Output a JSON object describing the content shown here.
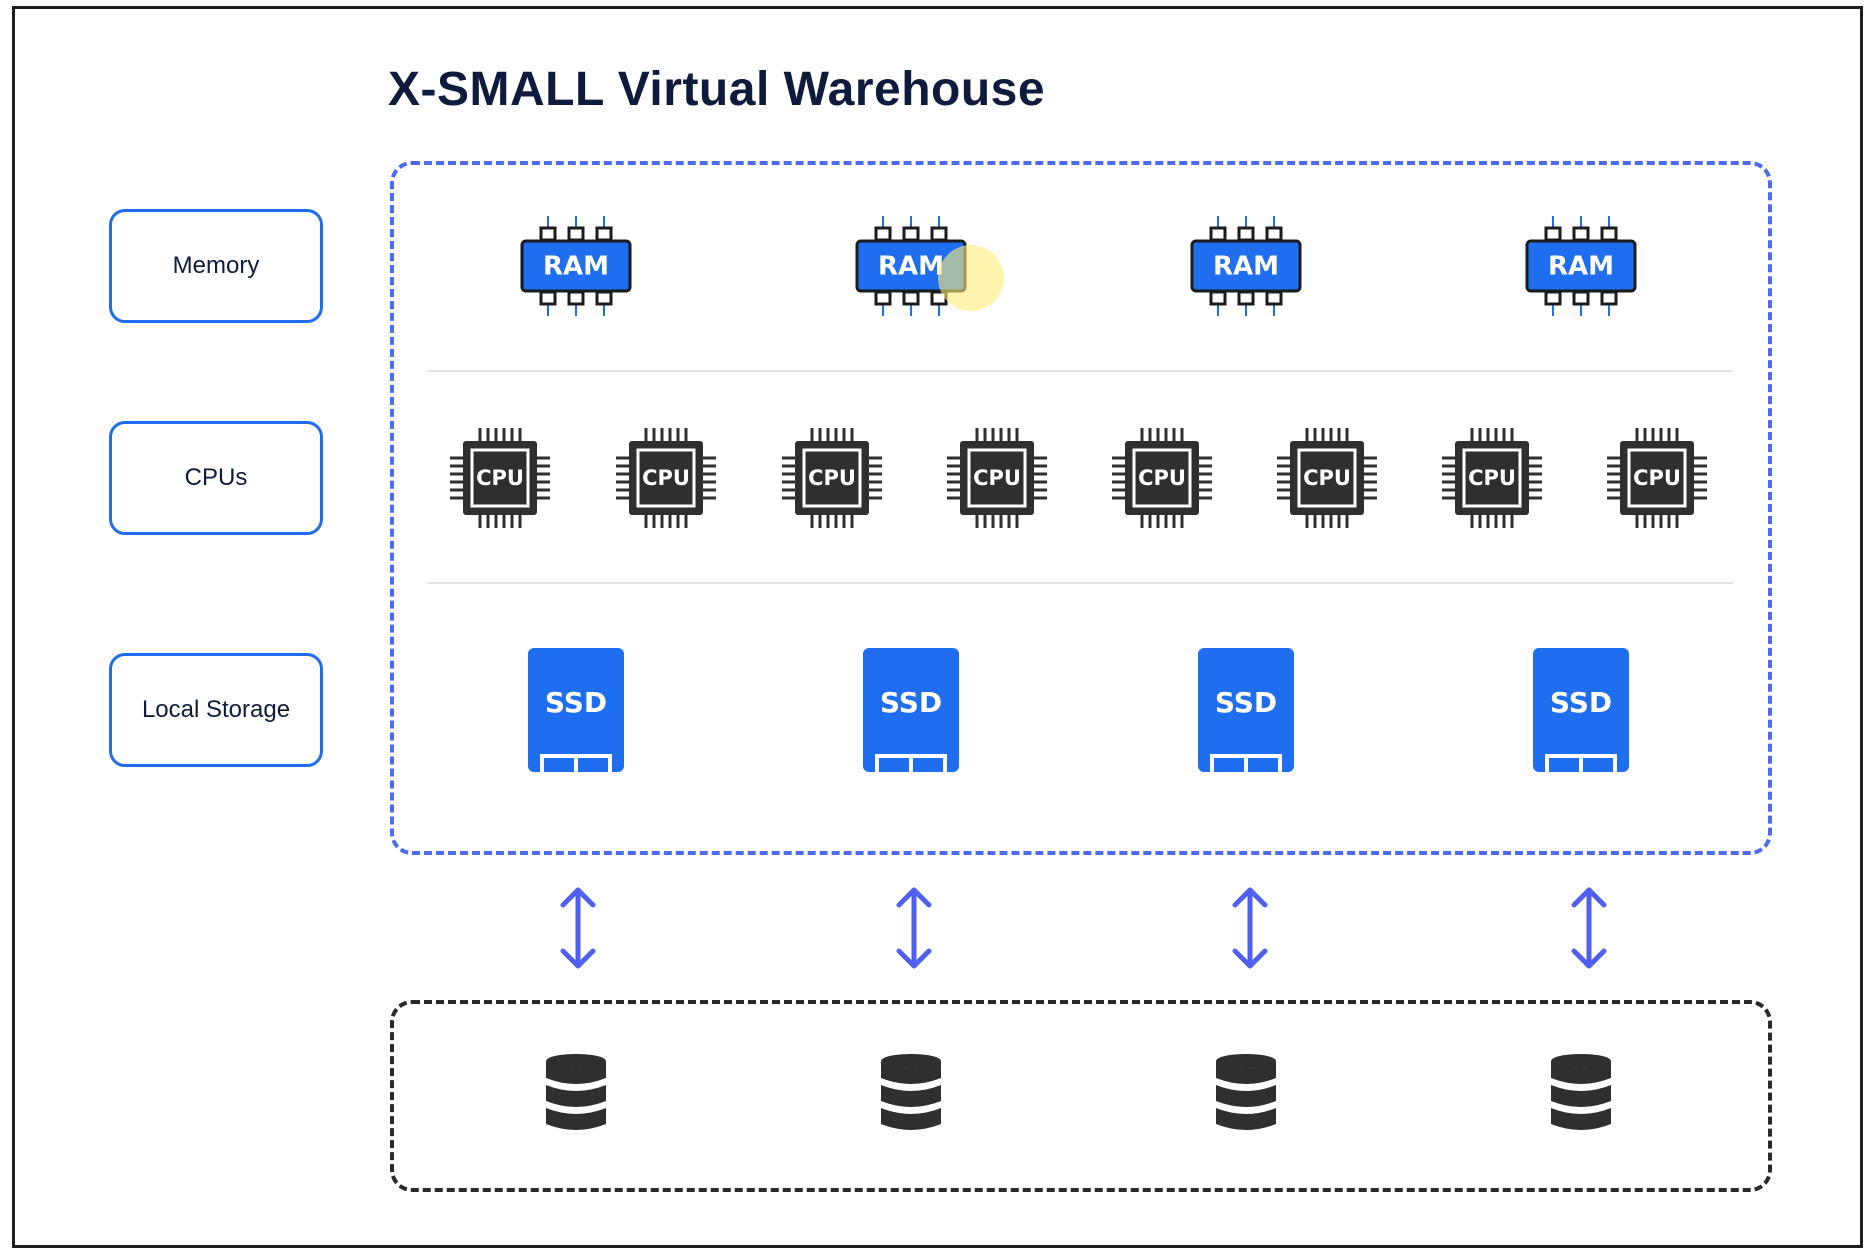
{
  "title": "X-SMALL Virtual Warehouse",
  "side_labels": {
    "memory": "Memory",
    "cpus": "CPUs",
    "local_storage": "Local Storage"
  },
  "ram_label": "RAM",
  "cpu_label": "CPU",
  "ssd_label": "SSD",
  "counts": {
    "ram": 4,
    "cpu": 8,
    "ssd": 4,
    "arrows": 4,
    "databases": 4
  },
  "colors": {
    "accent_blue": "#1f6ef0",
    "warehouse_border": "#4d6bf0",
    "arrow": "#5060f0",
    "dark": "#2f2f2f",
    "title": "#0f1b3d"
  }
}
